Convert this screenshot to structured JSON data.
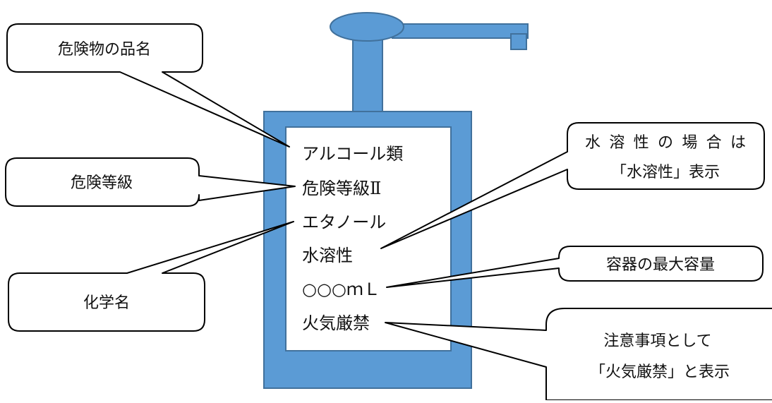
{
  "colors": {
    "bottle_fill": "#5b9bd5",
    "bottle_stroke": "#41719c",
    "label_fill": "#ffffff",
    "line": "#000000"
  },
  "label_lines": [
    "アルコール類",
    "危険等級Ⅱ",
    "エタノール",
    "水溶性",
    "○○○ｍＬ",
    "火気厳禁"
  ],
  "callouts": {
    "product_name": [
      "危険物の品名"
    ],
    "hazard_class": [
      "危険等級"
    ],
    "chemical_name": [
      "化学名"
    ],
    "water_soluble": [
      "水溶性の場合は",
      "「水溶性」表示"
    ],
    "max_capacity": [
      "容器の最大容量"
    ],
    "caution": [
      "注意事項として",
      "「火気厳禁」と表示"
    ]
  }
}
